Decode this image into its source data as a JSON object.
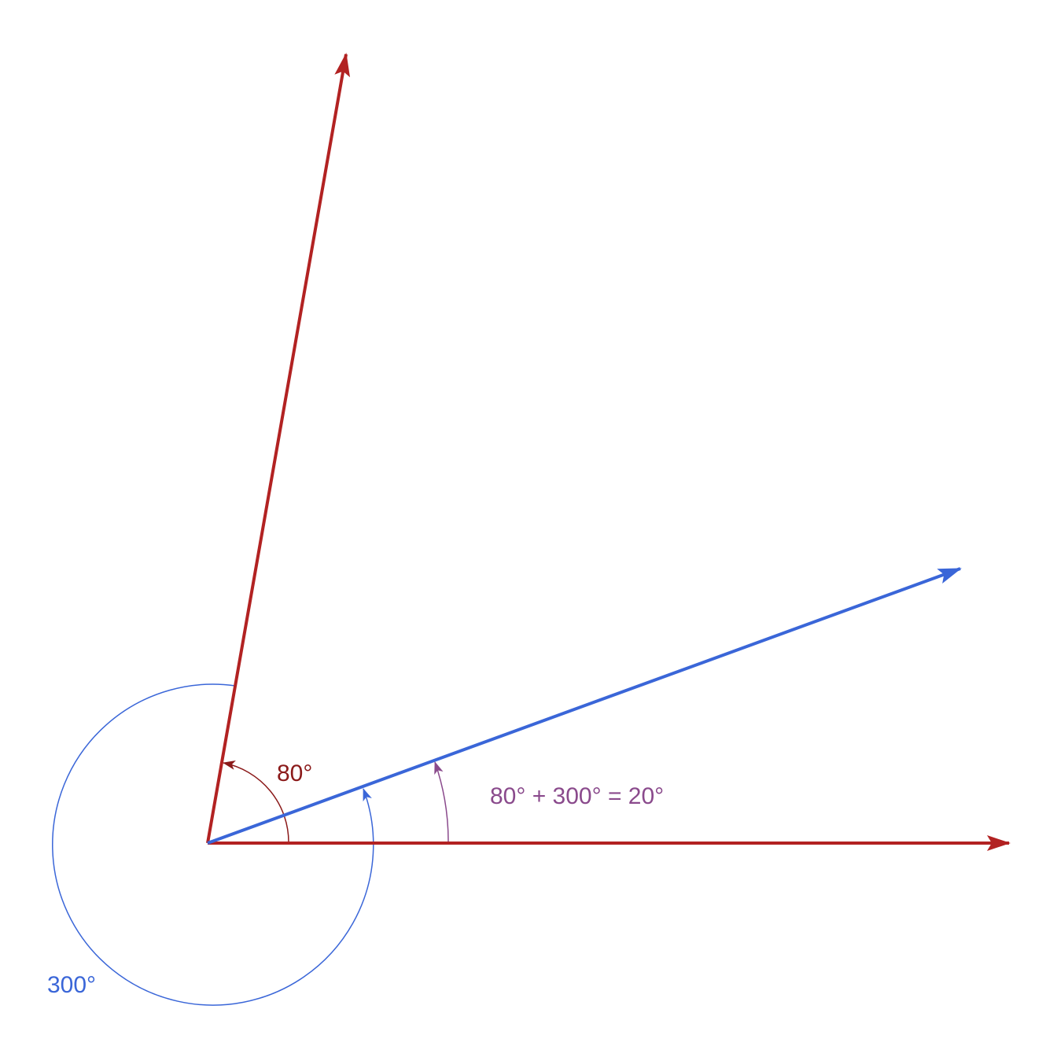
{
  "labels": {
    "angle_80": "80°",
    "angle_300": "300°",
    "sum": "80° + 300° = 20°"
  },
  "colors": {
    "red_vector": "#b22222",
    "red_arc": "#8b1a1a",
    "blue": "#3a66d8",
    "purple": "#8a4a8c"
  }
}
